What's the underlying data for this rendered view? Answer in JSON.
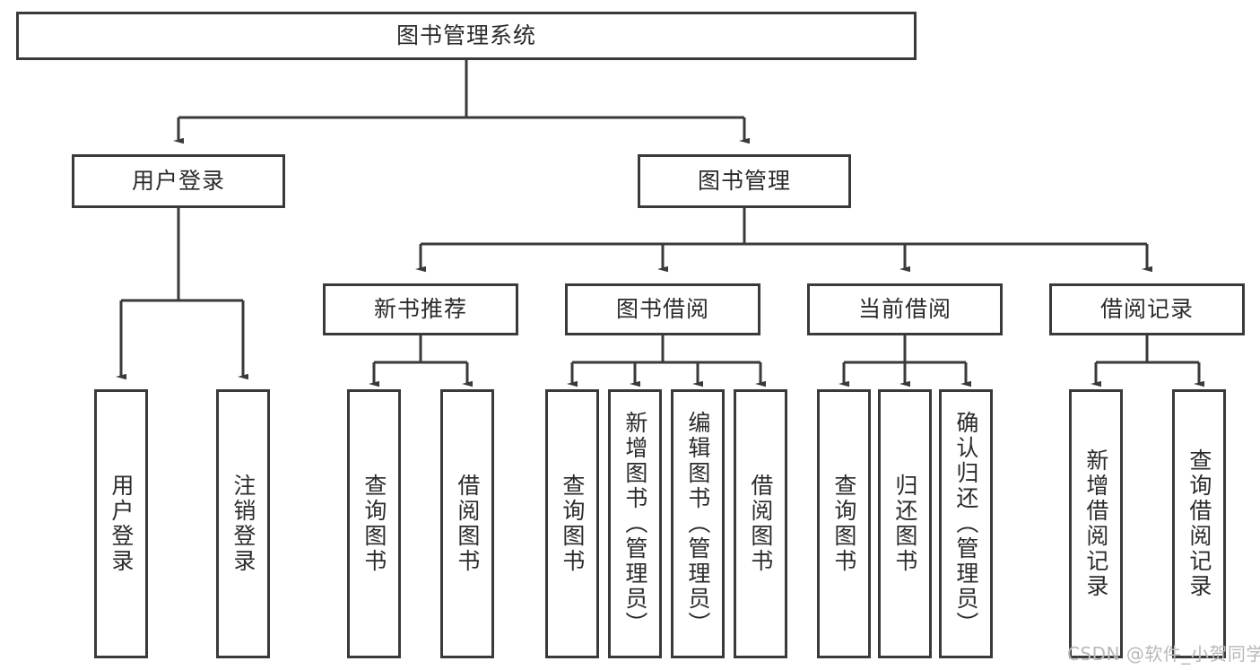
{
  "diagram": {
    "type": "tree-hierarchy",
    "title": "图书管理系统",
    "watermark": "CSDN @软件_小贺同学",
    "colors": {
      "stroke": "#3a3a3a",
      "fill": "#ffffff",
      "text": "#2b2b2b",
      "watermark": "#b9b9b9"
    },
    "levels": {
      "root": {
        "label": "图书管理系统"
      },
      "level2": [
        {
          "id": "user-login",
          "label": "用户登录"
        },
        {
          "id": "book-management",
          "label": "图书管理"
        }
      ],
      "level3": [
        {
          "id": "new-book-recommend",
          "label": "新书推荐",
          "parent": "book-management"
        },
        {
          "id": "book-borrow",
          "label": "图书借阅",
          "parent": "book-management"
        },
        {
          "id": "current-borrow",
          "label": "当前借阅",
          "parent": "book-management"
        },
        {
          "id": "borrow-record",
          "label": "借阅记录",
          "parent": "book-management"
        }
      ],
      "leaves": [
        {
          "id": "leaf-user-login",
          "label": "用户登录",
          "parent": "user-login"
        },
        {
          "id": "leaf-user-logout",
          "label": "注销登录",
          "parent": "user-login"
        },
        {
          "id": "leaf-query-book-1",
          "label": "查询图书",
          "parent": "new-book-recommend"
        },
        {
          "id": "leaf-borrow-book-1",
          "label": "借阅图书",
          "parent": "new-book-recommend"
        },
        {
          "id": "leaf-query-book-2",
          "label": "查询图书",
          "parent": "book-borrow"
        },
        {
          "id": "leaf-add-book",
          "label": "新增图书（管理员）",
          "parent": "book-borrow"
        },
        {
          "id": "leaf-edit-book",
          "label": "编辑图书（管理员）",
          "parent": "book-borrow"
        },
        {
          "id": "leaf-borrow-book-2",
          "label": "借阅图书",
          "parent": "book-borrow"
        },
        {
          "id": "leaf-query-book-3",
          "label": "查询图书",
          "parent": "current-borrow"
        },
        {
          "id": "leaf-return-book",
          "label": "归还图书",
          "parent": "current-borrow"
        },
        {
          "id": "leaf-confirm-return",
          "label": "确认归还（管理员）",
          "parent": "current-borrow"
        },
        {
          "id": "leaf-add-record",
          "label": "新增借阅记录",
          "parent": "borrow-record"
        },
        {
          "id": "leaf-query-record",
          "label": "查询借阅记录",
          "parent": "borrow-record"
        }
      ]
    }
  }
}
